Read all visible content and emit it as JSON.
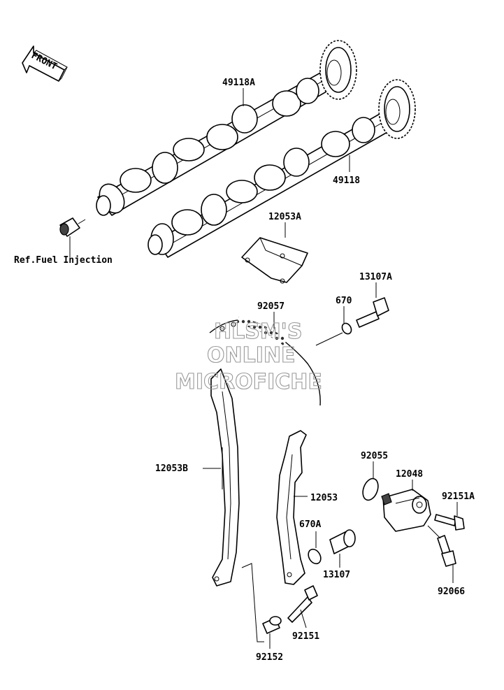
{
  "front_label": "FRONT",
  "watermark": [
    "HLSM'S",
    "ONLINE",
    "MICROFICHE"
  ],
  "parts": {
    "p49118A": "49118A",
    "p49118": "49118",
    "p12053A": "12053A",
    "p13107A": "13107A",
    "p670": "670",
    "p92057": "92057",
    "p12053B": "12053B",
    "p12053": "12053",
    "p92055": "92055",
    "p12048": "12048",
    "p92151A": "92151A",
    "p670A": "670A",
    "p13107": "13107",
    "p92066": "92066",
    "p92151": "92151",
    "p92152": "92152"
  },
  "ref_fuel": "Ref.Fuel Injection"
}
